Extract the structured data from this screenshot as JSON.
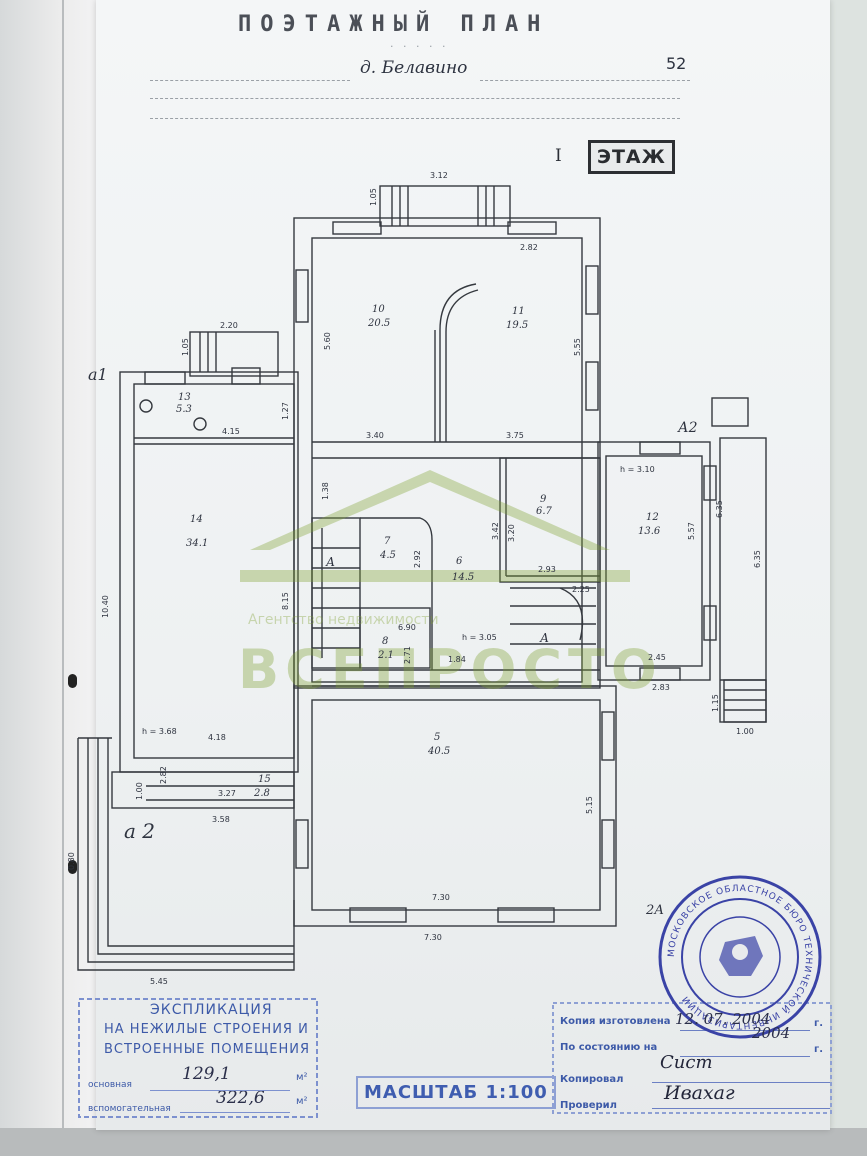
{
  "document": {
    "title": "ПОЭТАЖНЫЙ ПЛАН",
    "village": "д. Белавино",
    "number": "52",
    "floor_roman": "I",
    "floor_stamp": "ЭТАЖ"
  },
  "plan": {
    "rooms": [
      {
        "id": "1",
        "no": "10",
        "area": "20.5"
      },
      {
        "id": "2",
        "no": "11",
        "area": "19.5"
      },
      {
        "id": "3",
        "no": "13",
        "area": "5.3"
      },
      {
        "id": "4",
        "no": "14",
        "area": "34.1"
      },
      {
        "id": "5",
        "no": "9",
        "area": "6.7"
      },
      {
        "id": "6",
        "no": "12",
        "area": "13.6"
      },
      {
        "id": "7",
        "no": "7",
        "area": "4.5"
      },
      {
        "id": "8",
        "no": "6",
        "area": "14.5"
      },
      {
        "id": "9",
        "no": "8",
        "area": "2.1"
      },
      {
        "id": "10",
        "no": "5",
        "area": "40.5"
      },
      {
        "id": "11",
        "no": "15",
        "area": "2.8"
      }
    ],
    "dimensions": {
      "top_porch": "3.12",
      "porch_side": "1.05",
      "d_282": "2.82",
      "d_560": "5.60",
      "d_555": "5.55",
      "d_220": "2.20",
      "d_105b": "1.05",
      "d_127": "1.27",
      "d_415": "4.15",
      "d_340": "3.40",
      "d_375": "3.75",
      "h_310": "h = 3.10",
      "d_635": "6.35",
      "d_635b": "6.35",
      "d_557": "5.57",
      "d_138": "1.38",
      "d_320": "3.20",
      "d_342": "3.42",
      "d_292": "2.92",
      "d_1040": "10.40",
      "d_815": "8.15",
      "d_690": "6.90",
      "d_271": "2.71",
      "d_184": "1.84",
      "h_305": "h = 3.05",
      "d_293": "2.93",
      "d_225": "2.25",
      "d_245": "2.45",
      "d_283": "2.83",
      "d_115": "1.15",
      "d_100": "1.00",
      "h_368": "h = 3.68",
      "d_418": "4.18",
      "d_100b": "1.00",
      "d_282b": "2.82",
      "d_327": "3.27",
      "d_358": "3.58",
      "d_515": "5.15",
      "d_730": "7.30",
      "d_730b": "7.30",
      "d_545": "5.45",
      "d_080": "0.80"
    },
    "marks": {
      "a1": "а1",
      "a2_left": "а 2",
      "a2_right": "А2",
      "a2_bottom": "2А",
      "stairs_a": "А",
      "stairs_b": "А"
    }
  },
  "explication": {
    "title": "ЭКСПЛИКАЦИЯ",
    "line1": "НА  НЕЖИЛЫЕ СТРОЕНИЯ И",
    "line2": "ВСТРОЕННЫЕ  ПОМЕЩЕНИЯ",
    "main_label": "основная",
    "main_value": "129,1",
    "aux_label": "вспомогательная",
    "aux_value": "322,6",
    "unit": "м²"
  },
  "scale": "МАСШТАБ 1:100",
  "form": {
    "row1": "Копия изготовлена",
    "row2": "По состоянию на",
    "row3": "Копировал",
    "row4": "Проверил",
    "date": "12. 07. 2004",
    "year": "2004",
    "g1": "г.",
    "g2": "г."
  },
  "signatures": {
    "sig1": "Сист",
    "sig2": "Ивахаг"
  },
  "stamp": {
    "text": "МОСКОВСКОЕ ОБЛАСТНОЕ БЮРО ТЕХНИЧЕСКОЙ ИНВЕНТАРИЗАЦИИ"
  },
  "watermark": {
    "brand": "ВСЕПРОСТО",
    "tagline": "Агентство недвижимости"
  }
}
